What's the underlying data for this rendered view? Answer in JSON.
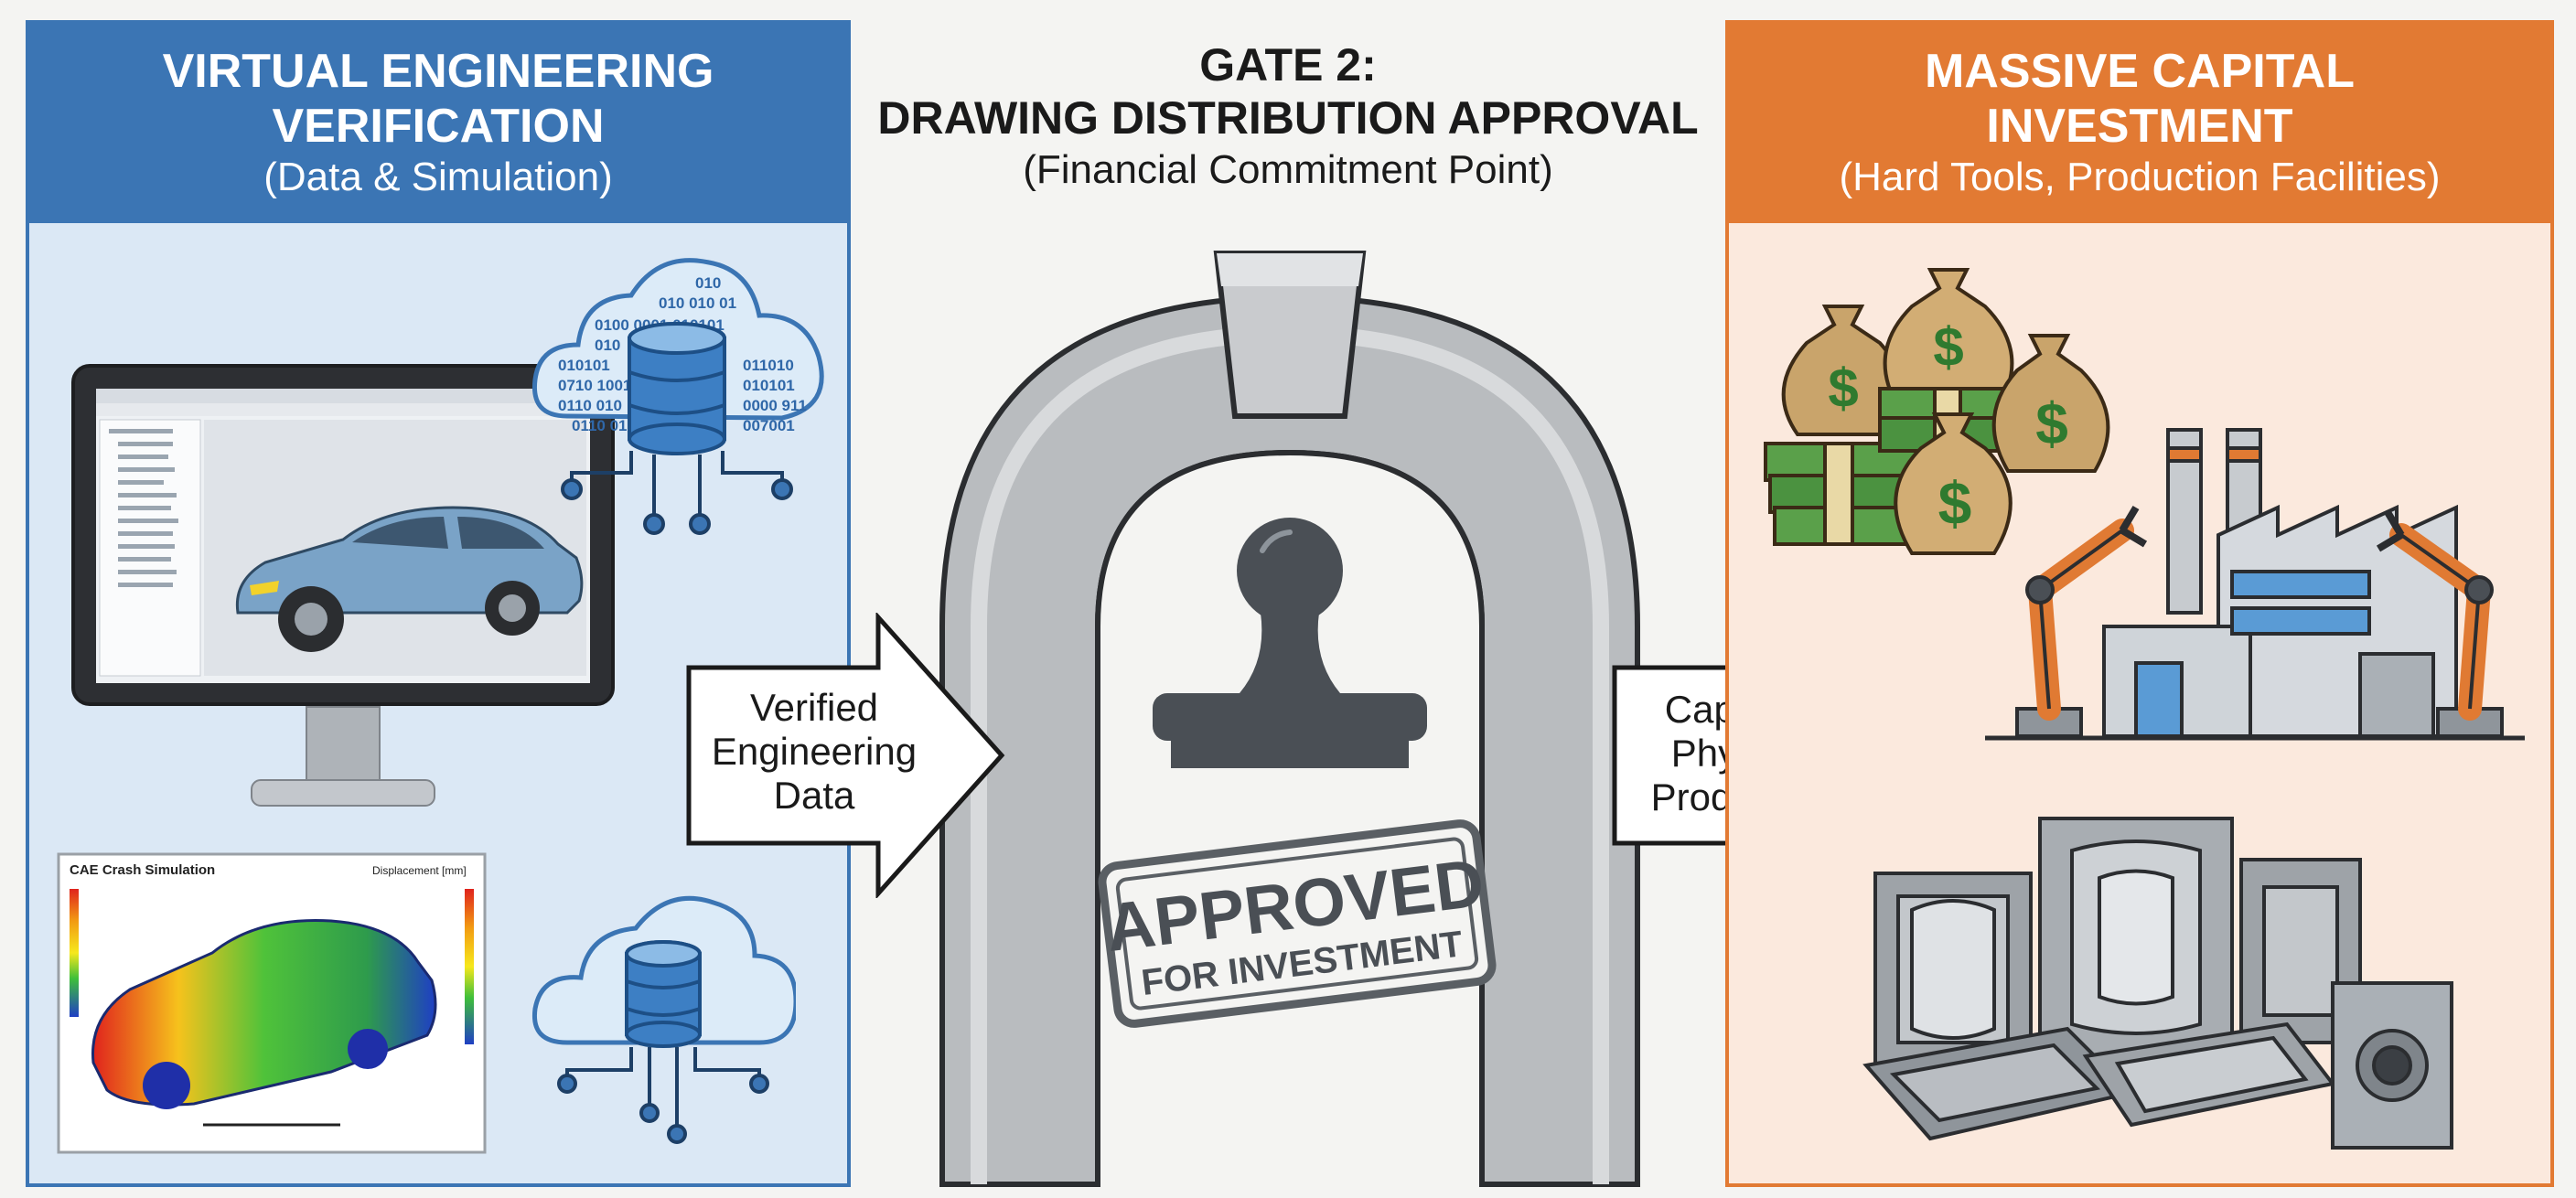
{
  "left_panel": {
    "title_line1": "VIRTUAL ENGINEERING",
    "title_line2": "VERIFICATION",
    "subtitle": "(Data & Simulation)",
    "cae": {
      "title": "CAE Crash Simulation",
      "scale_label": "Displacement [mm]"
    },
    "binary": {
      "rows": [
        "010",
        "010 010 01",
        "0100 0001 010101",
        "010",
        "010101",
        "0710 1001",
        "0110 010",
        "0110 01",
        "011010",
        "010101",
        "0000 911",
        "007001"
      ]
    }
  },
  "center": {
    "title_line1": "GATE 2:",
    "title_line2": "DRAWING DISTRIBUTION APPROVAL",
    "subtitle": "(Financial Commitment Point)",
    "stamp_line1": "APPROVED",
    "stamp_line2": "FOR INVESTMENT"
  },
  "arrow_left": {
    "line1": "Verified",
    "line2": "Engineering",
    "line3": "Data"
  },
  "arrow_right": {
    "line1": "Capital &",
    "line2": "Physical",
    "line3": "Production"
  },
  "right_panel": {
    "title_line1": "MASSIVE CAPITAL",
    "title_line2": "INVESTMENT",
    "subtitle": "(Hard Tools, Production Facilities)",
    "currency_symbol": "$"
  },
  "colors": {
    "left_accent": "#3b75b4",
    "right_accent": "#e27a33",
    "gate_gray": "#b9bcbf",
    "stamp_dark": "#4a4f55"
  }
}
